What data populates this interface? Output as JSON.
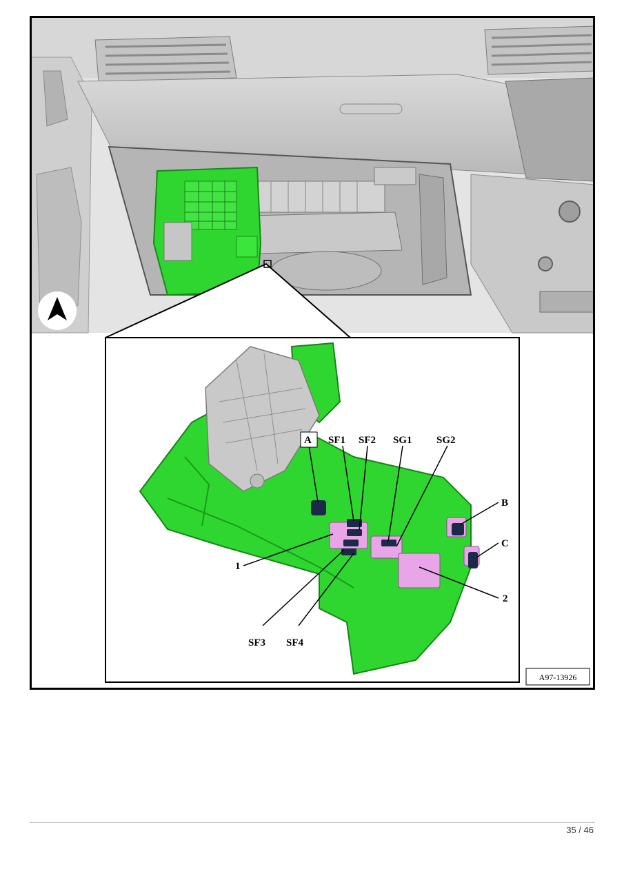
{
  "figure": {
    "labels": {
      "A": "A",
      "B": "B",
      "C": "C",
      "SF1": "SF1",
      "SF2": "SF2",
      "SG1": "SG1",
      "SG2": "SG2",
      "one": "1",
      "two": "2",
      "SF3": "SF3",
      "SF4": "SF4"
    },
    "reference_code": "A97-13926"
  },
  "colors": {
    "highlight_green": "#2fd62f",
    "connector_pink": "#e8a6e8",
    "connector_navy": "#1c2a4a",
    "interior_grey": "#c8c8c8"
  },
  "footer": {
    "page_number": "35 /  46"
  }
}
